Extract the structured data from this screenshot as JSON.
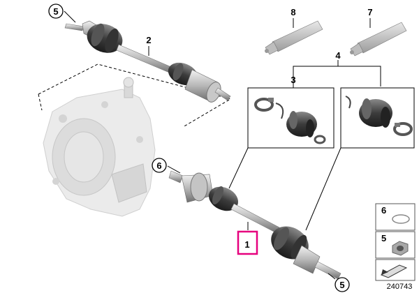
{
  "diagram": {
    "callouts": {
      "c1": "1",
      "c2": "2",
      "c3": "3",
      "c4": "4",
      "c5_top": "5",
      "c5_bottom": "5",
      "c6": "6",
      "c7": "7",
      "c8": "8"
    },
    "legend": {
      "item6": "6",
      "item5": "5"
    },
    "highlight_color": "#e6007e",
    "diagram_number": "240743"
  }
}
